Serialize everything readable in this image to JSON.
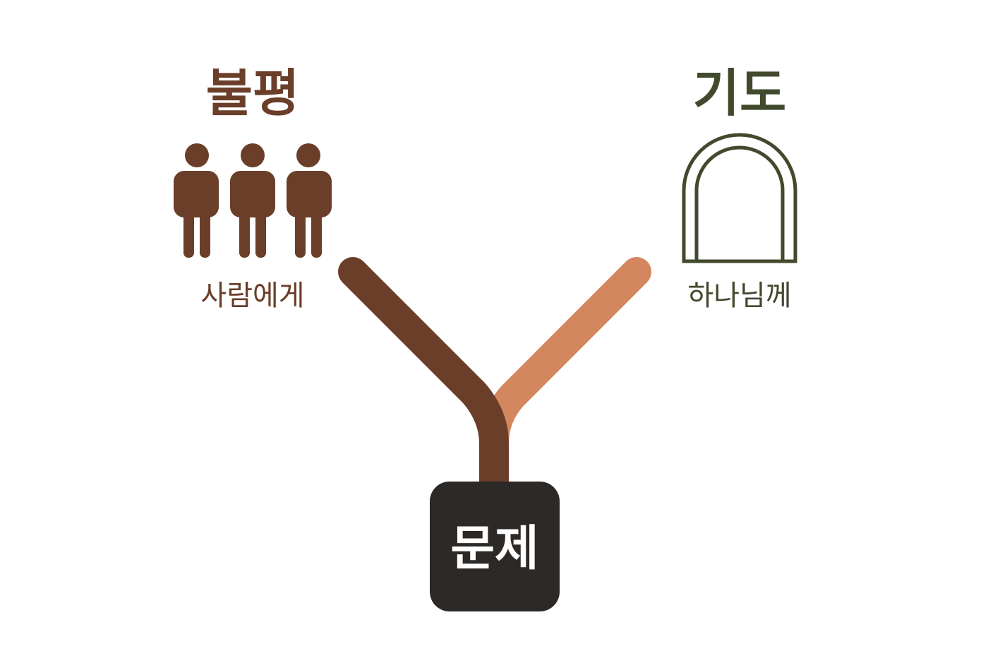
{
  "left_branch": {
    "title": "불평",
    "subtitle": "사람에게",
    "icon": "three-people-icon",
    "color": "#6b3e2a"
  },
  "right_branch": {
    "title": "기도",
    "subtitle": "하나님께",
    "icon": "arch-icon",
    "color": "#424a2e",
    "branch_color": "#d4875e"
  },
  "root": {
    "label": "문제",
    "color": "#2d2926",
    "text_color": "#ffffff"
  }
}
